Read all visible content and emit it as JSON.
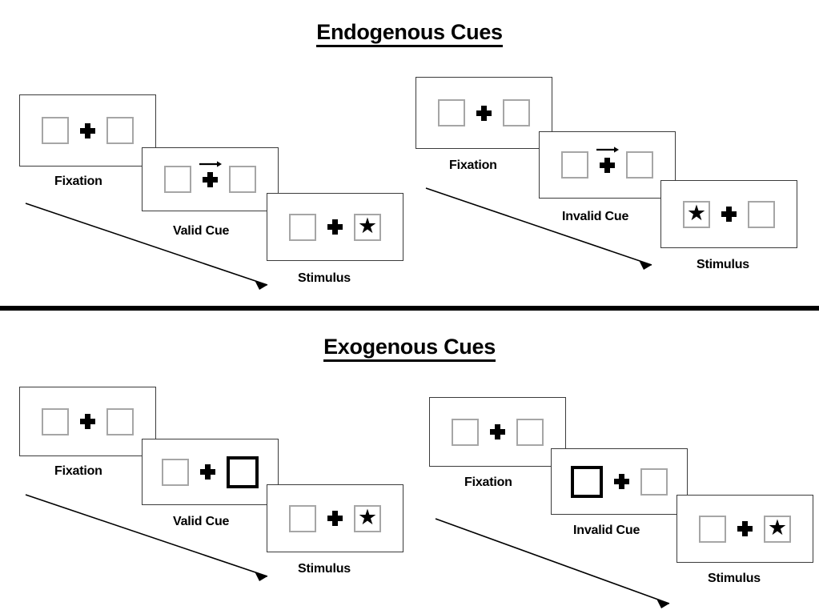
{
  "sections": [
    {
      "id": "endogenous",
      "title": "Endogenous Cues",
      "columns": [
        {
          "id": "endogenous-valid",
          "frames": [
            {
              "id": "fixation",
              "caption": "Fixation",
              "cue": "none",
              "arrow": "none",
              "star": "none"
            },
            {
              "id": "valid-cue",
              "caption": "Valid Cue",
              "cue": "none",
              "arrow": "right",
              "star": "none"
            },
            {
              "id": "stimulus",
              "caption": "Stimulus",
              "cue": "none",
              "arrow": "none",
              "star": "right"
            }
          ]
        },
        {
          "id": "endogenous-invalid",
          "frames": [
            {
              "id": "fixation",
              "caption": "Fixation",
              "cue": "none",
              "arrow": "none",
              "star": "none"
            },
            {
              "id": "invalid-cue",
              "caption": "Invalid Cue",
              "cue": "none",
              "arrow": "right",
              "star": "none"
            },
            {
              "id": "stimulus",
              "caption": "Stimulus",
              "cue": "none",
              "arrow": "none",
              "star": "left"
            }
          ]
        }
      ]
    },
    {
      "id": "exogenous",
      "title": "Exogenous Cues",
      "columns": [
        {
          "id": "exogenous-valid",
          "frames": [
            {
              "id": "fixation",
              "caption": "Fixation",
              "cue": "none",
              "arrow": "none",
              "star": "none"
            },
            {
              "id": "valid-cue",
              "caption": "Valid Cue",
              "cue": "right",
              "arrow": "none",
              "star": "none"
            },
            {
              "id": "stimulus",
              "caption": "Stimulus",
              "cue": "none",
              "arrow": "none",
              "star": "right"
            }
          ]
        },
        {
          "id": "exogenous-invalid",
          "frames": [
            {
              "id": "fixation",
              "caption": "Fixation",
              "cue": "none",
              "arrow": "none",
              "star": "none"
            },
            {
              "id": "invalid-cue",
              "caption": "Invalid Cue",
              "cue": "left",
              "arrow": "none",
              "star": "none"
            },
            {
              "id": "stimulus",
              "caption": "Stimulus",
              "cue": "none",
              "arrow": "none",
              "star": "right"
            }
          ]
        }
      ]
    }
  ],
  "labels": {
    "endogenous_title": "Endogenous Cues",
    "exogenous_title": "Exogenous Cues",
    "fixation": "Fixation",
    "valid_cue": "Valid Cue",
    "invalid_cue": "Invalid Cue",
    "stimulus": "Stimulus",
    "star_glyph": "★"
  },
  "colors": {
    "ink": "#000000",
    "panel_border": "#3b3b3b",
    "box_border": "#a6a6a6",
    "cued_box_border": "#000000",
    "background": "#ffffff"
  }
}
